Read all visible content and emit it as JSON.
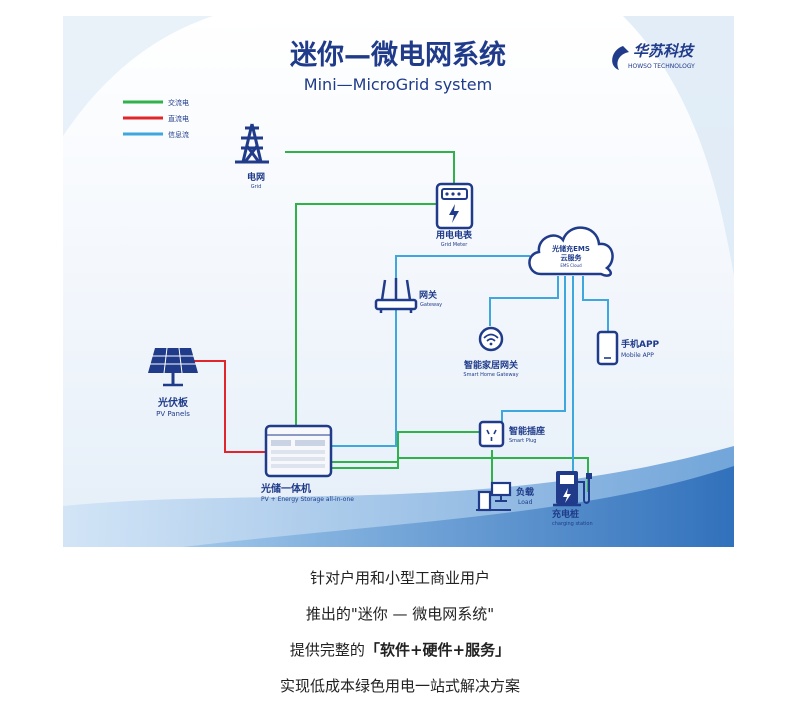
{
  "header": {
    "title_cn": "迷你—微电网系统",
    "title_en": "Mini—MicroGrid system",
    "logo_cn": "华苏科技",
    "logo_en": "HOWSO TECHNOLOGY"
  },
  "legend": [
    {
      "label": "交流电",
      "color": "#2fb24a"
    },
    {
      "label": "直流电",
      "color": "#e0262b"
    },
    {
      "label": "信息流",
      "color": "#3ea7dd"
    }
  ],
  "nodes": {
    "grid": {
      "cn": "电网",
      "en": "Grid"
    },
    "meter": {
      "cn": "用电电表",
      "en": "Grid Meter"
    },
    "cloud": {
      "cn1": "光储充EMS",
      "cn2": "云服务",
      "en": "EMS Cloud"
    },
    "gateway": {
      "cn": "网关",
      "en": "Gateway"
    },
    "home_gateway": {
      "cn": "智能家居网关",
      "en": "Smart Home Gateway"
    },
    "app": {
      "cn": "手机APP",
      "en": "Mobile APP"
    },
    "pv": {
      "cn": "光伏板",
      "en": "PV Panels"
    },
    "plug": {
      "cn": "智能插座",
      "en": "Smart Plug"
    },
    "storage": {
      "cn": "光储一体机",
      "en": "PV + Energy Storage all-in-one"
    },
    "load": {
      "cn": "负载",
      "en": "Load"
    },
    "charger": {
      "cn": "充电桩",
      "en": "charging station"
    }
  },
  "caption": {
    "line1": "针对户用和小型工商业用户",
    "line2": "推出的\"迷你 — 微电网系统\"",
    "line3_prefix": "提供完整的",
    "line3_bold": "「软件+硬件+服务」",
    "line4": "实现低成本绿色用电一站式解决方案"
  }
}
